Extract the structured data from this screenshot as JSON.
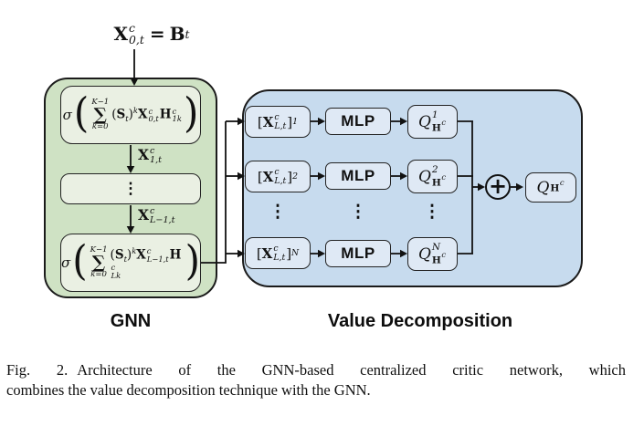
{
  "figure": {
    "input_formula": {
      "x": "X",
      "x_sup": "c",
      "x_sub": "0,t",
      "equals": "=",
      "b": "B",
      "b_sub": "t"
    },
    "gnn": {
      "label": "GNN",
      "layer_first": {
        "sigma": "σ",
        "big_lparen": "(",
        "sum_upper": "K−1",
        "sum_symbol": "∑",
        "sum_lower": "k=0",
        "lparen": "(",
        "s": "S",
        "s_sub": "t",
        "rparen": ")",
        "power": "k",
        "x": "X",
        "x_sup": "c",
        "x_sub": "0,t",
        "h": "H",
        "h_sup": "c",
        "h_sub": "1k",
        "big_rparen": ")"
      },
      "hidden_arrow_label_1": {
        "x": "X",
        "x_sup": "c",
        "x_sub": "1,t"
      },
      "hidden_layers_dots": "⋮",
      "hidden_arrow_label_2": {
        "x": "X",
        "x_sup": "c",
        "x_sub": "L−1,t"
      },
      "layer_last": {
        "sigma": "σ",
        "big_lparen": "(",
        "sum_upper": "K−1",
        "sum_symbol": "∑",
        "sum_lower": "k=0",
        "lparen": "(",
        "s": "S",
        "s_sub": "t",
        "rparen": ")",
        "power": "k",
        "x": "X",
        "x_sup": "c",
        "x_sub": "L−1,t",
        "h": "H",
        "h_sup": "c",
        "h_sub": "Lk",
        "big_rparen": ")"
      }
    },
    "value_decomposition": {
      "label": "Value Decomposition",
      "rows": [
        {
          "lbracket": "[",
          "x": "X",
          "x_sup": "c",
          "x_sub": "L,t",
          "rbracket": "]",
          "index": "1",
          "mlp": "MLP",
          "q": "Q",
          "q_sup": "1",
          "q_sub_h": "H",
          "q_sub_c": "c"
        },
        {
          "lbracket": "[",
          "x": "X",
          "x_sup": "c",
          "x_sub": "L,t",
          "rbracket": "]",
          "index": "2",
          "mlp": "MLP",
          "q": "Q",
          "q_sup": "2",
          "q_sub_h": "H",
          "q_sub_c": "c"
        },
        {
          "lbracket": "[",
          "x": "X",
          "x_sup": "c",
          "x_sub": "L,t",
          "rbracket": "]",
          "index": "N",
          "mlp": "MLP",
          "q": "Q",
          "q_sup": "N",
          "q_sub_h": "H",
          "q_sub_c": "c"
        }
      ],
      "column_dots": "⋮",
      "plus": "+",
      "output": {
        "q": "Q",
        "q_sub_h": "H",
        "q_sub_c": "c"
      }
    }
  },
  "caption": {
    "fig_label": "Fig. 2.",
    "line1": "Architecture of the GNN-based centralized critic network, which",
    "line2": "combines the value decomposition technique with the GNN."
  },
  "colors": {
    "gnn_fill": "#cfe2c4",
    "gnn_inner_fill": "#eaf0e3",
    "vd_fill": "#c7dbee",
    "vd_inner_fill": "#dfe9f5",
    "outline": "#1b1b1b",
    "arrow": "#111111"
  }
}
